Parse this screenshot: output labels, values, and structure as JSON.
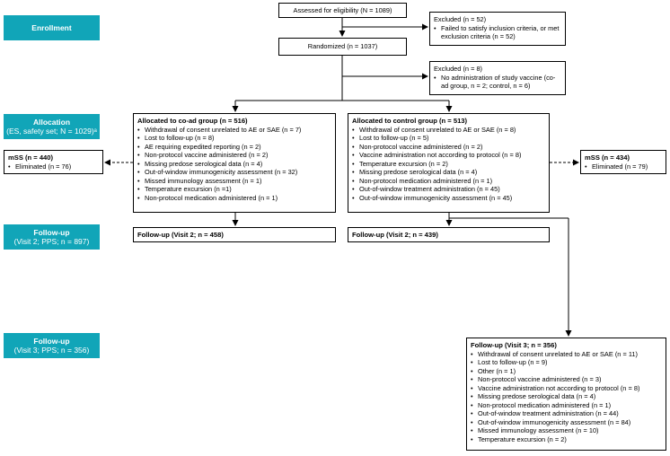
{
  "stages": {
    "enrollment": {
      "title": "Enrollment"
    },
    "allocation": {
      "title": "Allocation",
      "subtitle": "(ES, safety set; N = 1029)ᵃ"
    },
    "followup2": {
      "title": "Follow-up",
      "subtitle": "(Visit 2; PPS; n = 897)"
    },
    "followup3": {
      "title": "Follow-up",
      "subtitle": "(Visit 3; PPS; n = 356)"
    }
  },
  "assessed": "Assessed for eligibility (N = 1089)",
  "excluded1": {
    "title": "Excluded (n = 52)",
    "items": [
      "Failed to satisfy inclusion criteria, or met exclusion criteria (n = 52)"
    ]
  },
  "randomized": "Randomized (n = 1037)",
  "excluded2": {
    "title": "Excluded (n = 8)",
    "items": [
      "No administration of study vaccine (co-ad group, n = 2; control, n = 6)"
    ]
  },
  "coad": {
    "title": "Allocated to co-ad group (n = 516)",
    "items": [
      "Withdrawal of consent unrelated to AE or SAE (n = 7)",
      "Lost to follow-up (n = 8)",
      "AE requiring expedited reporting (n = 2)",
      "Non-protocol vaccine administered (n = 2)",
      "Missing predose serological data (n = 4)",
      "Out-of-window immunogenicity assessment (n = 32)",
      "Missed immunology assessment (n = 1)",
      "Temperature excursion (n =1)",
      "Non-protocol medication administered (n = 1)"
    ]
  },
  "control": {
    "title": "Allocated to control group (n = 513)",
    "items": [
      "Withdrawal of consent unrelated to AE or SAE (n = 8)",
      "Lost to follow-up (n = 5)",
      "Non-protocol vaccine administered (n = 2)",
      "Vaccine administration not according to protocol (n = 8)",
      "Temperature excursion (n = 2)",
      "Missing predose serological data (n = 4)",
      "Non-protocol medication administered (n = 1)",
      "Out-of-window treatment administration (n = 45)",
      "Out-of-window immunogenicity assessment (n = 45)"
    ]
  },
  "mss_left": {
    "title": "mSS (n = 440)",
    "items": [
      "Eliminated (n = 76)"
    ]
  },
  "mss_right": {
    "title": "mSS (n = 434)",
    "items": [
      "Eliminated (n = 79)"
    ]
  },
  "fu2_coad": "Follow-up (Visit 2; n = 458)",
  "fu2_control": "Follow-up (Visit 2; n = 439)",
  "fu3": {
    "title": "Follow-up (Visit 3; n = 356)",
    "items": [
      "Withdrawal of consent unrelated to AE or SAE (n = 11)",
      "Lost to follow-up (n = 9)",
      "Other (n = 1)",
      "Non-protocol vaccine administered (n = 3)",
      "Vaccine administration not according to protocol (n = 8)",
      "Missing predose serological data (n = 4)",
      "Non-protocol medication administered (n = 1)",
      "Out-of-window treatment administration (n = 44)",
      "Out-of-window immunogenicity assessment (n = 84)",
      "Missed immunology assessment (n = 10)",
      "Temperature excursion (n = 2)"
    ]
  }
}
